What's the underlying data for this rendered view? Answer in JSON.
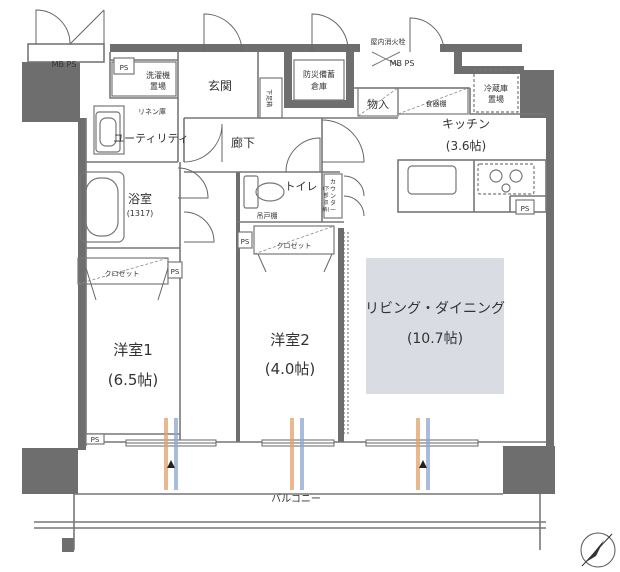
{
  "rooms": {
    "western1": {
      "name": "洋室1",
      "size": "(6.5帖)"
    },
    "western2": {
      "name": "洋室2",
      "size": "(4.0帖)"
    },
    "living": {
      "name": "リビング・ダイニング",
      "size": "(10.7帖)"
    },
    "kitchen": {
      "name": "キッチン",
      "size": "(3.6帖)"
    },
    "bath": {
      "name": "浴室",
      "size": "(1317)"
    },
    "entrance": "玄関",
    "corridor": "廊下",
    "toilet": "トイレ",
    "utility": "ユーティリティ",
    "balcony": "バルコニー"
  },
  "storage": {
    "linen": "リネン庫",
    "washer": [
      "洗濯機",
      "置場"
    ],
    "shoe": "下足箱",
    "disaster": [
      "防災備蓄",
      "倉庫"
    ],
    "monoire": "物入",
    "dish": "食器棚",
    "fridge": [
      "冷蔵庫",
      "置場"
    ],
    "closet": "クロゼット",
    "hanging": "吊戸棚",
    "counter": [
      "カ",
      "ウ",
      "ン",
      "タ",
      "ー",
      "(下",
      "部",
      "収",
      "納)"
    ],
    "hydrant": "屋内消火栓"
  },
  "shafts": {
    "mbps_left": "MB PS",
    "mbps_right": "MB PS",
    "ps": "PS"
  },
  "colors": {
    "wall": "#6e6e6e",
    "living_fill": "#d9dde3",
    "airflow_orange": "#e3a06a",
    "airflow_blue": "#8ea6cf"
  },
  "icons": [
    "compass-icon",
    "arrow-up-icon",
    "stove-icon",
    "sink-icon",
    "toilet-icon",
    "bathtub-icon",
    "washbasin-icon"
  ]
}
